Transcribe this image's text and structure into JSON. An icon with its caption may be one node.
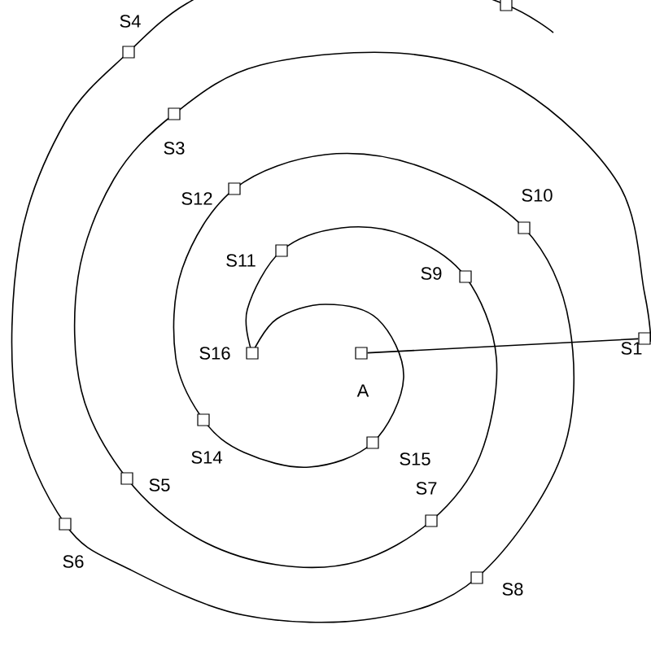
{
  "diagram": {
    "nodes": [
      {
        "text": [],
        "shape": "box",
        "beside": [
          "S4"
        ]
      },
      {
        "text": [],
        "shape": "box"
      },
      {
        "text": [],
        "shape": "box",
        "beside": [
          "S3"
        ]
      },
      {
        "text": [],
        "shape": "box",
        "beside": [
          "S12"
        ]
      },
      {
        "text": [],
        "shape": "box",
        "beside": [
          "S10"
        ]
      },
      {
        "text": [],
        "shape": "box",
        "beside": [
          "S11"
        ]
      },
      {
        "text": [],
        "shape": "box",
        "beside": [
          "S9"
        ]
      },
      {
        "text": [],
        "shape": "box",
        "beside": [
          "S16"
        ]
      },
      {
        "text": [],
        "shape": "box",
        "beside": [
          "A"
        ]
      },
      {
        "text": [],
        "shape": "box",
        "beside": [
          "S1"
        ]
      },
      {
        "text": [],
        "shape": "box",
        "beside": [
          "S14"
        ]
      },
      {
        "text": [],
        "shape": "box",
        "beside": [
          "S15"
        ]
      },
      {
        "text": [],
        "shape": "box",
        "beside": [
          "S5"
        ]
      },
      {
        "text": [],
        "shape": "box",
        "beside": [
          "S7"
        ]
      },
      {
        "text": [],
        "shape": "box",
        "beside": [
          "S6"
        ]
      },
      {
        "text": [],
        "shape": "box",
        "beside": [
          "S8"
        ]
      }
    ],
    "edges": [
      {
        "from": 8,
        "to": 9,
        "arrow": "none"
      }
    ]
  }
}
